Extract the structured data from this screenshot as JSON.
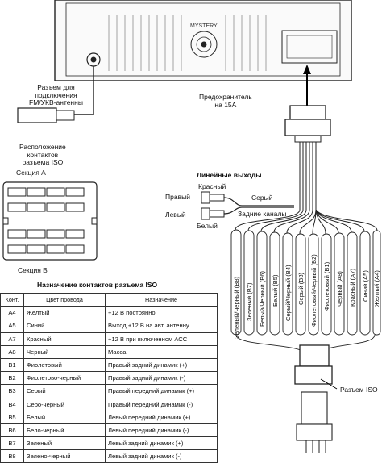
{
  "head_unit": {
    "brand": "MYSTERY"
  },
  "labels": {
    "antenna": [
      "Разъем для",
      "подключения",
      "FM/УКВ-антенны"
    ],
    "fuse": [
      "Предохранитель",
      "на 15А"
    ],
    "layout": [
      "Расположение",
      "контактов",
      "разъема ISO"
    ],
    "section_a": "Секция А",
    "section_b": "Секция В",
    "line_out_title": "Линейные выходы",
    "right": "Правый",
    "left": "Левый",
    "red": "Красный",
    "white": "Белый",
    "gray": "Серый",
    "rear_channels": "Задние каналы",
    "iso_connector": "Разъем ISO"
  },
  "table": {
    "title": "Назначение контактов разъема ISO",
    "headers": [
      "Конт.",
      "Цвет провода",
      "Назначение"
    ],
    "rows": [
      [
        "А4",
        "Желтый",
        "+12 В постоянно"
      ],
      [
        "А5",
        "Синий",
        "Выход +12 В на авт. антенну"
      ],
      [
        "А7",
        "Красный",
        "+12 В при включенном АСС"
      ],
      [
        "А8",
        "Черный",
        "Масса"
      ],
      [
        "В1",
        "Фиолетовый",
        "Правый задний динамик (+)"
      ],
      [
        "В2",
        "Фиолетово-черный",
        "Правый задний динамик (-)"
      ],
      [
        "В3",
        "Серый",
        "Правый передний динамик (+)"
      ],
      [
        "В4",
        "Серо-черный",
        "Правый передний динамик (-)"
      ],
      [
        "В5",
        "Белый",
        "Левый передний динамик (+)"
      ],
      [
        "В6",
        "Бело-черный",
        "Левый передний динамик (-)"
      ],
      [
        "В7",
        "Зеленый",
        "Левый задний динамик (+)"
      ],
      [
        "В8",
        "Зелено-черный",
        "Левый задний динамик (-)"
      ]
    ]
  },
  "wires": [
    "Зеленый/Черный (В8)",
    "Зеленый (В7)",
    "Белый/Черный (В6)",
    "Белый (В5)",
    "Серый/Черный (В4)",
    "Серый (В3)",
    "Фиолетовый/Черный (В2)",
    "Фиолетовый (В1)",
    "Черный (А8)",
    "Красный (А7)",
    "Синий (А5)",
    "Желтый (А4)"
  ]
}
